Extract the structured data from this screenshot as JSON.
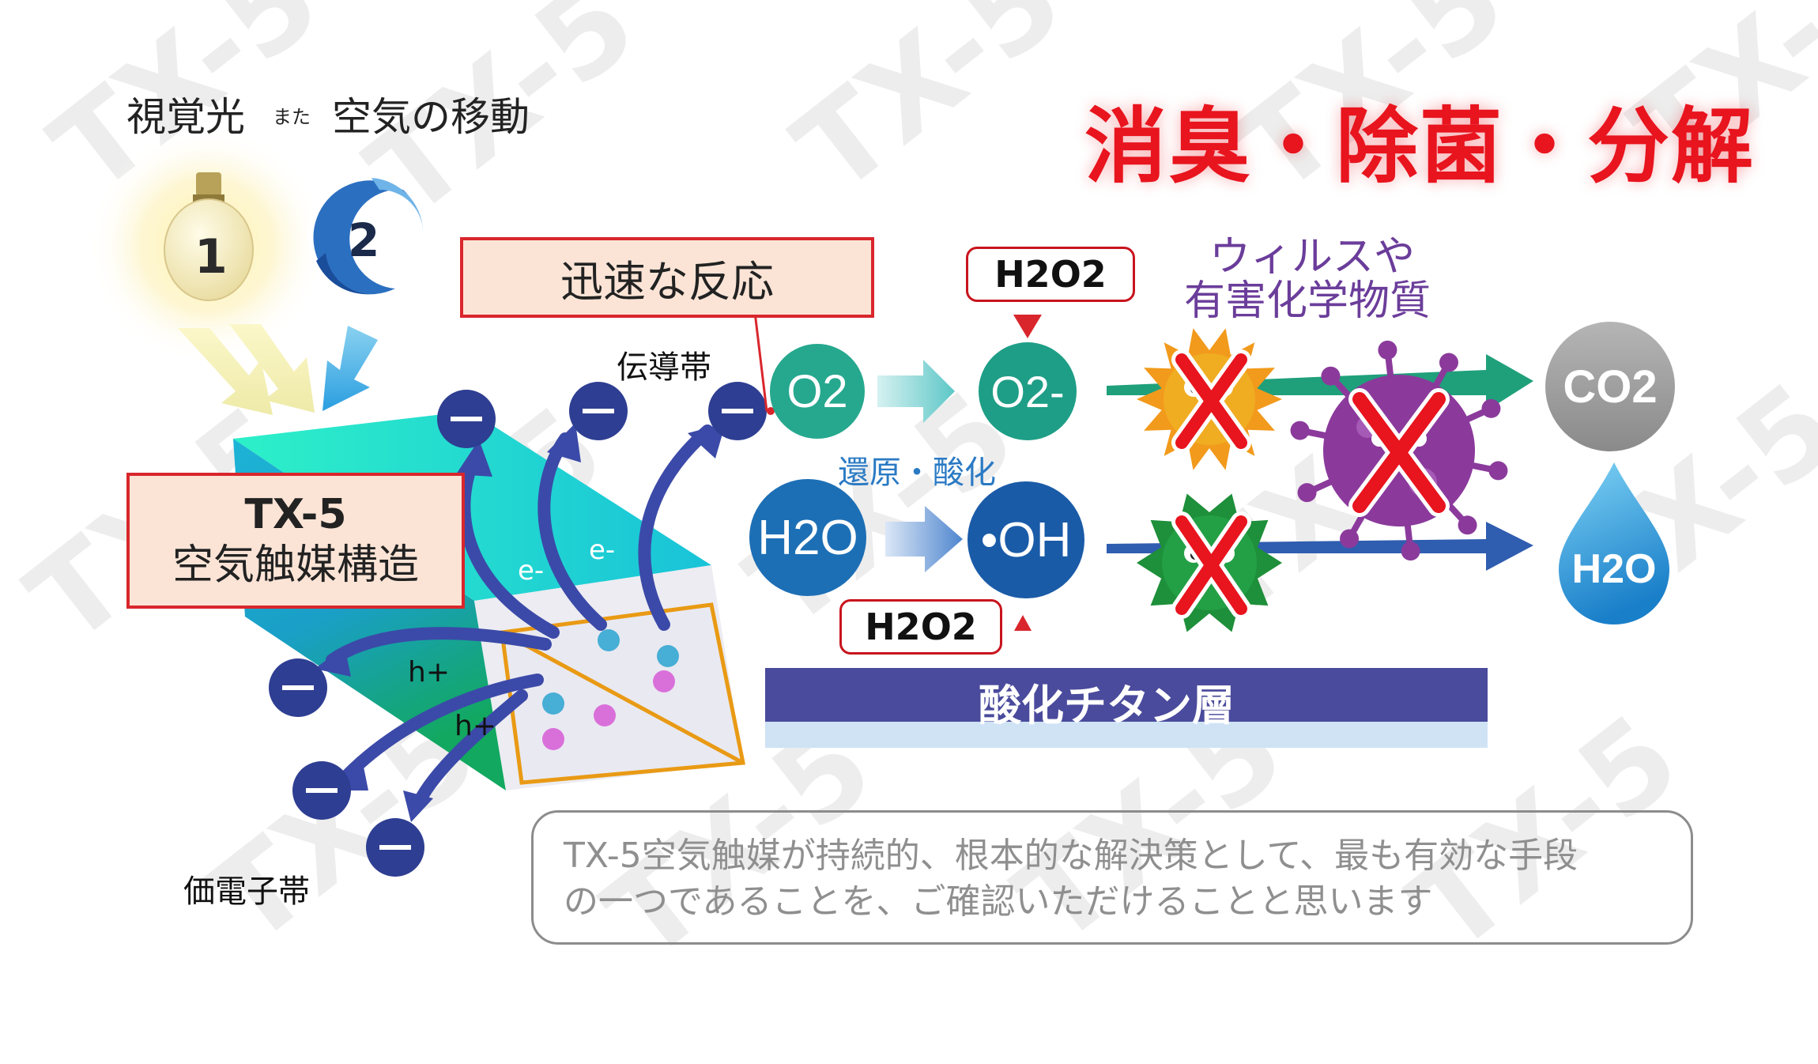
{
  "header": {
    "light_label": "視覚光",
    "or_label": "また",
    "air_label": "空気の移動",
    "bulb_number": "1",
    "air_number": "2"
  },
  "title": "消臭・除菌・分解",
  "labels": {
    "fast_reaction": "迅速な反応",
    "conduction_band": "伝導帯",
    "valence_band": "価電子帯",
    "tx5_title": "TX-5",
    "tx5_subtitle": "空気触媒構造",
    "electron_1": "e-",
    "electron_2": "e-",
    "hole_1": "h+",
    "hole_2": "h+",
    "redox": "還原・酸化",
    "h2o2_top": "H2O2",
    "h2o2_bottom": "H2O2",
    "virus_label_line1": "ウィルスや",
    "virus_label_line2": "有害化学物質",
    "titanium_layer": "酸化チタン層",
    "watermark": "TX-5"
  },
  "molecules": {
    "o2": "O2",
    "o2_radical": "O2-",
    "h2o": "H2O",
    "oh_radical": "•OH",
    "co2": "CO2",
    "h2o_out": "H2O"
  },
  "note": {
    "line1": "TX-5空気触媒が持続的、根本的な解決策として、最も有効な手段",
    "line2": "の一つであることを、ご確認いただけることと思います"
  },
  "colors": {
    "title_red": "#e8141e",
    "box_border_red": "#d9262c",
    "box_fill_pink": "#fbe4d6",
    "electron_navy": "#2e3e92",
    "teal_circle": "#26a88e",
    "blue_circle": "#1d6fb5",
    "titanium_bar": "#4a4b9c",
    "virus_purple": "#6b3d9a",
    "arrow_green": "#1fa07a",
    "arrow_blue": "#2f5db0"
  }
}
